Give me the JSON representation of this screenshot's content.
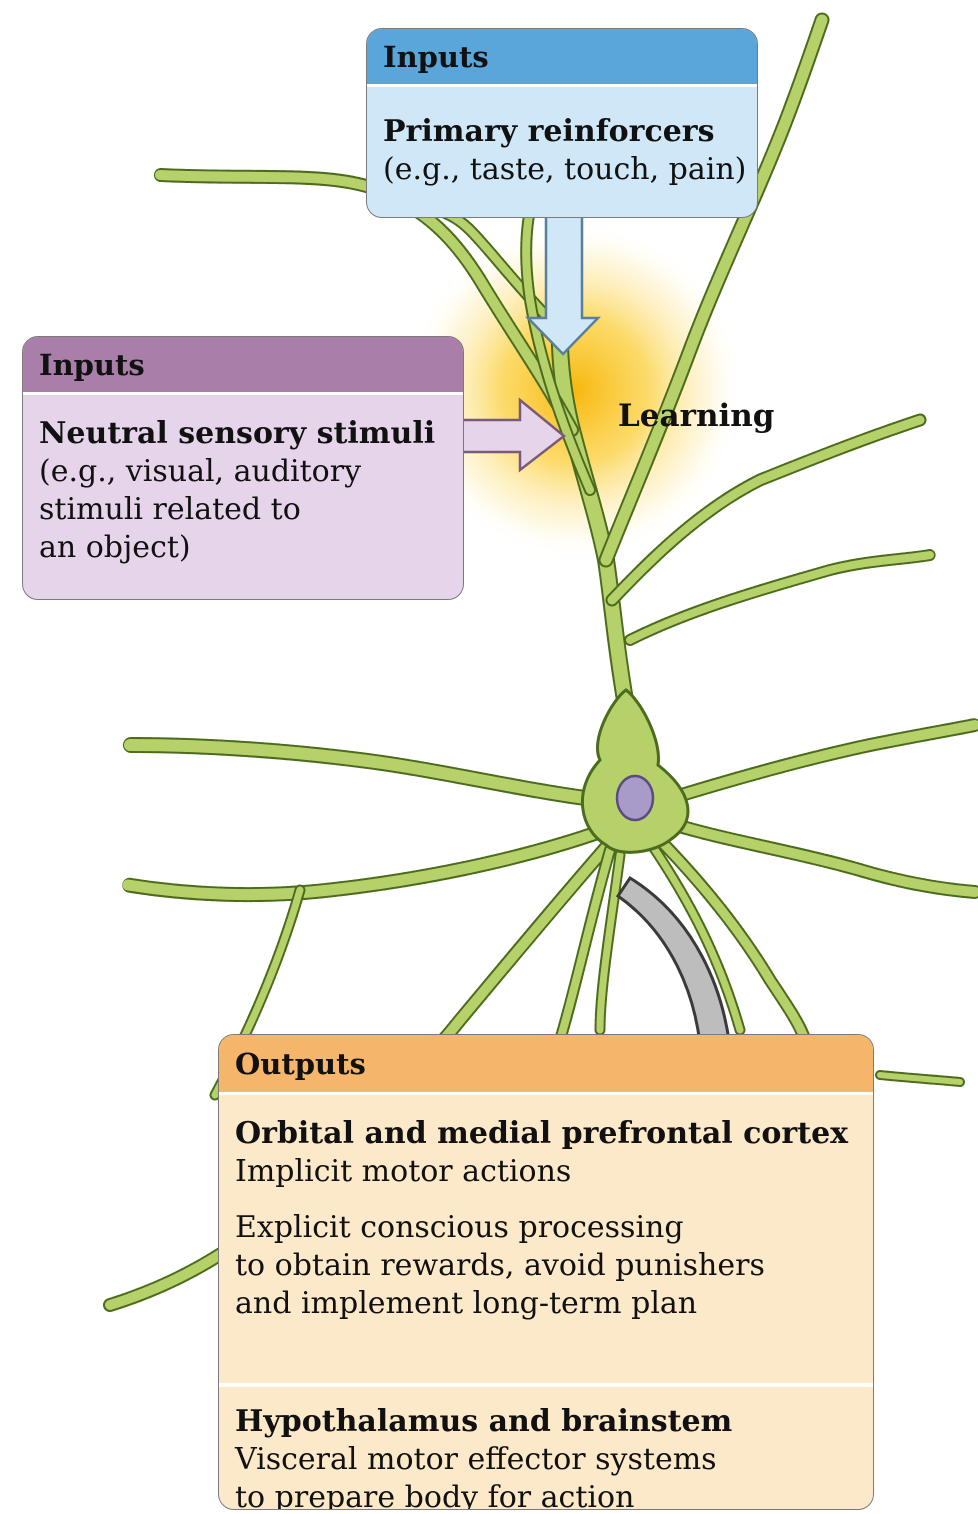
{
  "colors": {
    "dendrite_fill": "#b6d06a",
    "dendrite_stroke": "#4b6b1d",
    "nucleus": "#a99bc9",
    "glow": "#f7b400",
    "inputs_primary_header": "#5aa6db",
    "inputs_primary_body": "#cfe7f6",
    "inputs_neutral_header": "#a97fa9",
    "inputs_neutral_body": "#e6d5ea",
    "outputs_header": "#f5b56a",
    "outputs_body": "#fbe9c9",
    "output_arrow": "#bdbdbd"
  },
  "inputs_primary": {
    "header": "Inputs",
    "title": "Primary reinforcers",
    "detail": "(e.g., taste, touch, pain)"
  },
  "inputs_neutral": {
    "header": "Inputs",
    "title": "Neutral sensory stimuli",
    "lines": [
      "(e.g., visual, auditory",
      "stimuli related to",
      "an object)"
    ]
  },
  "learning_label": "Learning",
  "outputs": {
    "header": "Outputs",
    "section1": {
      "title": "Orbital and medial prefrontal cortex",
      "line1": "Implicit motor actions",
      "lines": [
        "Explicit conscious processing",
        "to obtain rewards, avoid punishers",
        "and implement long-term plan"
      ]
    },
    "section2": {
      "title": "Hypothalamus and brainstem",
      "lines": [
        "Visceral motor effector systems",
        "to prepare body for action"
      ]
    }
  }
}
